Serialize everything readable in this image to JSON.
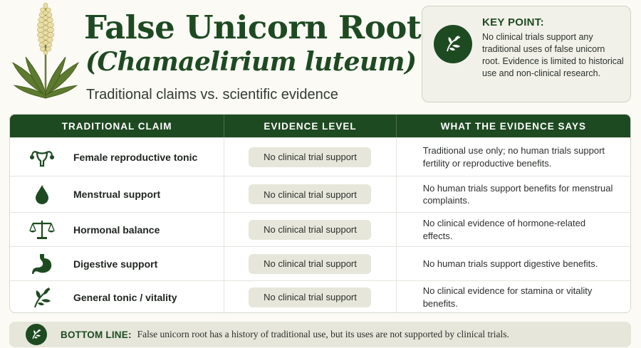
{
  "header": {
    "title": "False Unicorn Root",
    "latin_name": "(Chamaelirium luteum)",
    "tagline": "Traditional claims vs. scientific evidence",
    "illustration_icon": "false-unicorn-plant-illustration"
  },
  "key_point": {
    "icon": "leaf-icon",
    "title": "KEY POINT:",
    "text": "No clinical trials support any traditional uses of false unicorn root. Evidence is limited to historical use and non-clinical research."
  },
  "table": {
    "headers": [
      "TRADITIONAL CLAIM",
      "EVIDENCE LEVEL",
      "WHAT THE EVIDENCE SAYS"
    ],
    "rows": [
      {
        "icon": "uterus-icon",
        "claim": "Female reproductive tonic",
        "evidence": "No clinical trial support",
        "says": "Traditional use only; no human trials support fertility or reproductive benefits."
      },
      {
        "icon": "drop-icon",
        "claim": "Menstrual support",
        "evidence": "No clinical trial support",
        "says": "No human trials support benefits for menstrual complaints."
      },
      {
        "icon": "balance-scale-icon",
        "claim": "Hormonal balance",
        "evidence": "No clinical trial support",
        "says": "No clinical evidence of hormone-related effects."
      },
      {
        "icon": "stomach-icon",
        "claim": "Digestive support",
        "evidence": "No clinical trial support",
        "says": "No human trials support digestive benefits."
      },
      {
        "icon": "leaf-sprig-icon",
        "claim": "General tonic / vitality",
        "evidence": "No clinical trial support",
        "says": "No clinical evidence for stamina or vitality benefits."
      }
    ]
  },
  "bottom_line": {
    "icon": "leaf-icon",
    "label": "BOTTOM LINE:",
    "text": "False unicorn root has a history of traditional use, but its uses are not supported by clinical trials."
  },
  "colors": {
    "primary_green": "#1e4a22",
    "badge_bg": "#e6e6da",
    "page_bg": "#fbfaf5"
  }
}
